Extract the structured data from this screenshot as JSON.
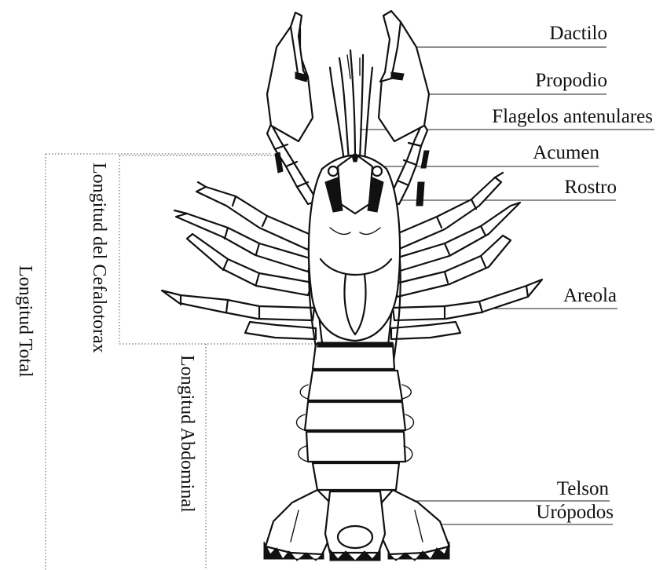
{
  "labels": {
    "dactilo": "Dactilo",
    "propodio": "Propodio",
    "flagelos": "Flagelos antenulares",
    "acumen": "Acumen",
    "rostro": "Rostro",
    "areola": "Areola",
    "telson": "Telson",
    "uropodos": "Urópodos"
  },
  "measurements": {
    "total": "Longitud Total",
    "cefalotorax": "Longitud del Cefalotorax",
    "abdominal": "Longitud Abdominal"
  },
  "colors": {
    "ink": "#111111",
    "background": "#ffffff"
  }
}
